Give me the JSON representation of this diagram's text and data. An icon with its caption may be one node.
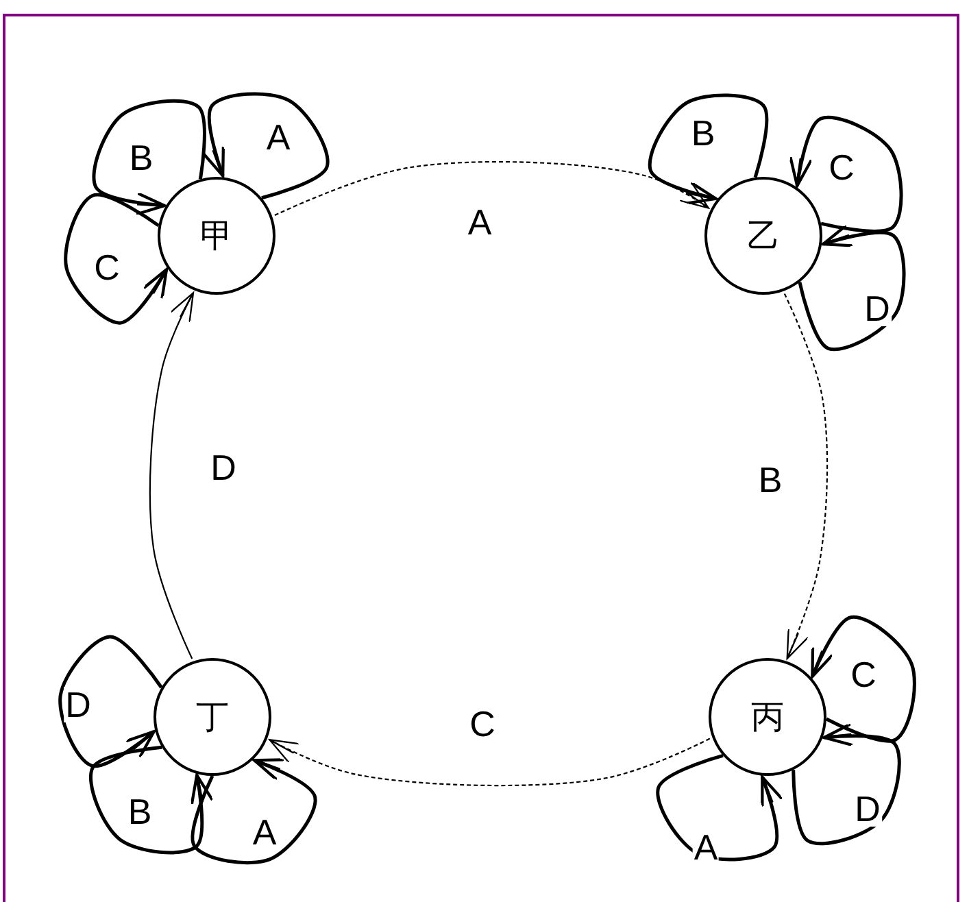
{
  "diagram": {
    "nodes": [
      {
        "text": [
          "甲"
        ]
      },
      {
        "text": [
          "乙"
        ]
      },
      {
        "text": [
          "丙"
        ]
      },
      {
        "text": [
          "丁"
        ]
      }
    ],
    "edges": [
      {
        "from": 0,
        "to": 1,
        "arrow": "to",
        "label": "A",
        "style": "dashed"
      },
      {
        "from": 1,
        "to": 2,
        "arrow": "to",
        "label": "B",
        "style": "dashed"
      },
      {
        "from": 2,
        "to": 3,
        "arrow": "to",
        "label": "C",
        "style": "dashed"
      },
      {
        "from": 3,
        "to": 0,
        "arrow": "to",
        "label": "D"
      },
      {
        "from": 0,
        "to": 0,
        "arrow": "to",
        "label": "B"
      },
      {
        "from": 0,
        "to": 0,
        "arrow": "to",
        "label": "A"
      },
      {
        "from": 0,
        "to": 0,
        "arrow": "to",
        "label": "C"
      },
      {
        "from": 1,
        "to": 1,
        "arrow": "to",
        "label": "B"
      },
      {
        "from": 1,
        "to": 1,
        "arrow": "to",
        "label": "C"
      },
      {
        "from": 1,
        "to": 1,
        "arrow": "to",
        "label": "D"
      },
      {
        "from": 2,
        "to": 2,
        "arrow": "to",
        "label": "C"
      },
      {
        "from": 2,
        "to": 2,
        "arrow": "to",
        "label": "A"
      },
      {
        "from": 2,
        "to": 2,
        "arrow": "to",
        "label": "D"
      },
      {
        "from": 3,
        "to": 3,
        "arrow": "to",
        "label": "D"
      },
      {
        "from": 3,
        "to": 3,
        "arrow": "to",
        "label": "B"
      },
      {
        "from": 3,
        "to": 3,
        "arrow": "to",
        "label": "A"
      }
    ]
  }
}
